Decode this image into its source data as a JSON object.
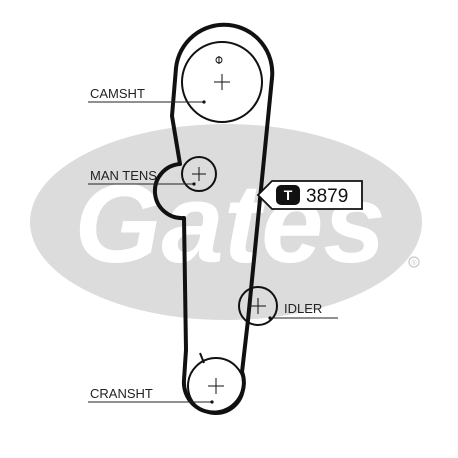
{
  "brand": {
    "watermark": "Gates",
    "registered_mark": "®"
  },
  "parts": {
    "camshaft": "CAMSHT",
    "manual_tensioner": "MAN TENS",
    "idler": "IDLER",
    "crankshaft": "CRANSHT"
  },
  "belt_tag": {
    "symbol": "T",
    "code": "3879"
  },
  "colors": {
    "watermark": "#dcdcdc",
    "ink": "#111111",
    "background": "#ffffff"
  }
}
